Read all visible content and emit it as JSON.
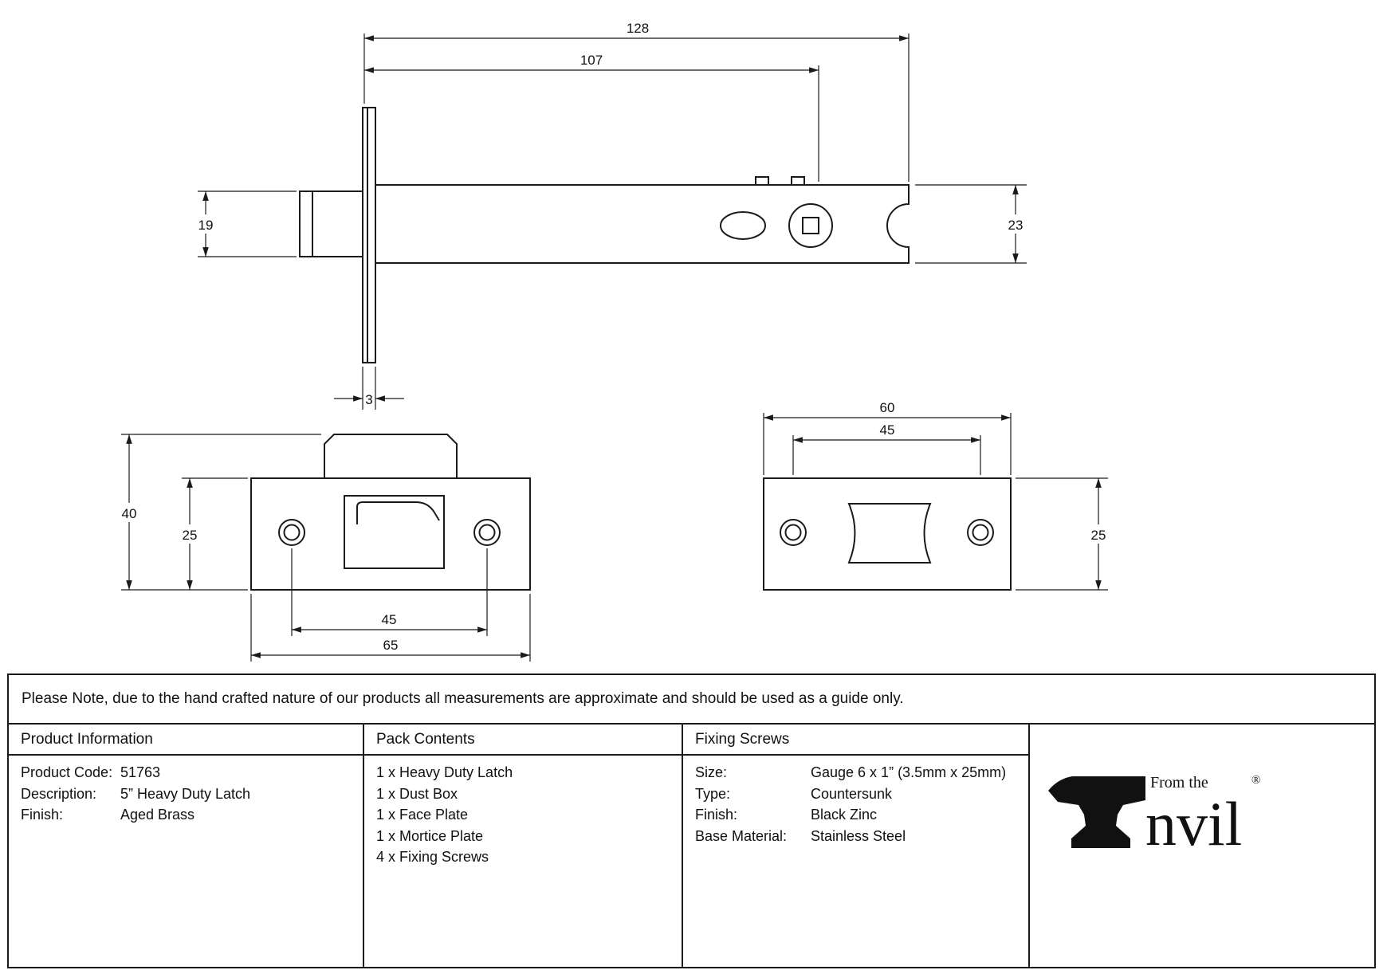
{
  "drawing": {
    "latch": {
      "overall_length": "128",
      "backset": "107",
      "bolt_height": "19",
      "case_height": "23",
      "plate_thickness": "3"
    },
    "face_plate": {
      "overall_height": "40",
      "plate_height": "25",
      "hole_spacing": "45",
      "plate_width": "65"
    },
    "mortice_plate": {
      "plate_width": "60",
      "hole_spacing": "45",
      "plate_height": "25"
    }
  },
  "note": "Please Note, due to the hand crafted nature of our products all measurements are approximate and should be used as a guide only.",
  "table": {
    "product_information": {
      "header": "Product Information",
      "rows": [
        {
          "label": "Product Code:",
          "value": "51763"
        },
        {
          "label": "Description:",
          "value": "5” Heavy Duty Latch"
        },
        {
          "label": "Finish:",
          "value": "Aged Brass"
        }
      ]
    },
    "pack_contents": {
      "header": "Pack Contents",
      "items": [
        "1 x Heavy Duty Latch",
        "1 x Dust Box",
        "1 x Face Plate",
        "1 x Mortice Plate",
        "4 x Fixing Screws"
      ]
    },
    "fixing_screws": {
      "header": "Fixing Screws",
      "rows": [
        {
          "label": "Size:",
          "value": "Gauge 6 x 1” (3.5mm x 25mm)"
        },
        {
          "label": "Type:",
          "value": "Countersunk"
        },
        {
          "label": "Finish:",
          "value": "Black Zinc"
        },
        {
          "label": "Base Material:",
          "value": "Stainless Steel"
        }
      ]
    }
  },
  "logo": {
    "tagline": "From the",
    "brand_text": "nvil",
    "registered_mark": "®"
  }
}
